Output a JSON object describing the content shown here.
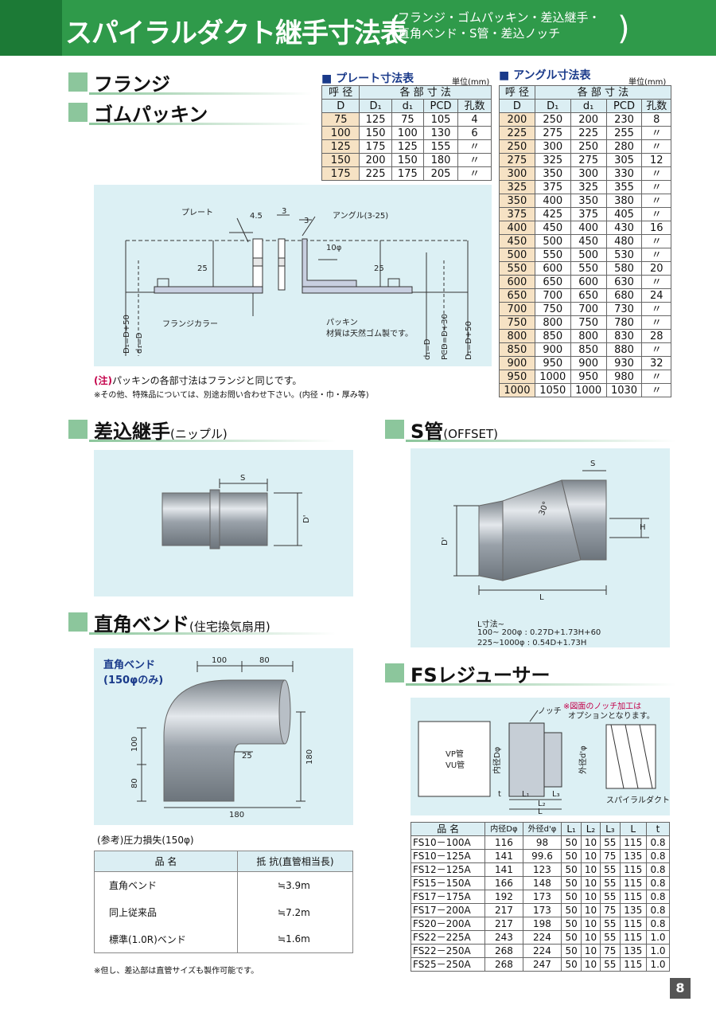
{
  "header": {
    "title": "スパイラルダクト継手寸法表",
    "sub_line1": "フランジ・ゴムパッキン・差込継手・",
    "sub_line2": "直角ベンド・S管・差込ノッチ"
  },
  "sections": {
    "flange": "フランジ",
    "gasket": "ゴムパッキン",
    "nipple": "差込継手",
    "nipple_sub": "(ニップル)",
    "offset": "S管",
    "offset_sub": "(OFFSET)",
    "bend": "直角ベンド",
    "bend_sub": "(住宅換気扇用)",
    "reducer": "FSレジューサー"
  },
  "plate_table": {
    "caption": "■ プレート寸法表",
    "unit": "単位(mm)",
    "header1": [
      "呼 径",
      "各 部 寸 法"
    ],
    "header2": [
      "D",
      "D₁",
      "d₁",
      "PCD",
      "孔数"
    ],
    "rows": [
      [
        "75",
        "125",
        "75",
        "105",
        "4"
      ],
      [
        "100",
        "150",
        "100",
        "130",
        "6"
      ],
      [
        "125",
        "175",
        "125",
        "155",
        "〃"
      ],
      [
        "150",
        "200",
        "150",
        "180",
        "〃"
      ],
      [
        "175",
        "225",
        "175",
        "205",
        "〃"
      ]
    ]
  },
  "angle_table": {
    "caption": "■ アングル寸法表",
    "unit": "単位(mm)",
    "header1": [
      "呼 径",
      "各 部 寸 法"
    ],
    "header2": [
      "D",
      "D₁",
      "d₁",
      "PCD",
      "孔数"
    ],
    "rows": [
      [
        "200",
        "250",
        "200",
        "230",
        "8"
      ],
      [
        "225",
        "275",
        "225",
        "255",
        "〃"
      ],
      [
        "250",
        "300",
        "250",
        "280",
        "〃"
      ],
      [
        "275",
        "325",
        "275",
        "305",
        "12"
      ],
      [
        "300",
        "350",
        "300",
        "330",
        "〃"
      ],
      [
        "325",
        "375",
        "325",
        "355",
        "〃"
      ],
      [
        "350",
        "400",
        "350",
        "380",
        "〃"
      ],
      [
        "375",
        "425",
        "375",
        "405",
        "〃"
      ],
      [
        "400",
        "450",
        "400",
        "430",
        "16"
      ],
      [
        "450",
        "500",
        "450",
        "480",
        "〃"
      ],
      [
        "500",
        "550",
        "500",
        "530",
        "〃"
      ],
      [
        "550",
        "600",
        "550",
        "580",
        "20"
      ],
      [
        "600",
        "650",
        "600",
        "630",
        "〃"
      ],
      [
        "650",
        "700",
        "650",
        "680",
        "24"
      ],
      [
        "700",
        "750",
        "700",
        "730",
        "〃"
      ],
      [
        "750",
        "800",
        "750",
        "780",
        "〃"
      ],
      [
        "800",
        "850",
        "800",
        "830",
        "28"
      ],
      [
        "850",
        "900",
        "850",
        "880",
        "〃"
      ],
      [
        "900",
        "950",
        "900",
        "930",
        "32"
      ],
      [
        "950",
        "1000",
        "950",
        "980",
        "〃"
      ],
      [
        "1000",
        "1050",
        "1000",
        "1030",
        "〃"
      ]
    ]
  },
  "flange_diagram": {
    "plate": "プレート",
    "dim_45": "4.5",
    "dim_3a": "3",
    "dim_3b": "3",
    "angle": "アングル(3-25)",
    "hole": "10φ",
    "dim_25l": "25",
    "dim_25r": "25",
    "collar": "フランジカラー",
    "gasket": "パッキン",
    "gasket_material": "材質は天然ゴム製です。",
    "d1_left": "D₁=D+50",
    "d_left": "d₁=D",
    "d_right1": "d₁=D",
    "d_right2": "PCD=D+30",
    "d_right3": "D₁=D+50",
    "note1_mark": "(注)",
    "note1": "パッキンの各部寸法はフランジと同じです。",
    "note2": "※その他、特殊品については、別途お問い合わせ下さい。(内径・巾・厚み等)"
  },
  "nipple_diagram": {
    "s": "S",
    "d": "D'"
  },
  "offset_diagram": {
    "s": "S",
    "angle": "30°",
    "h": "H",
    "d": "D'",
    "l": "L",
    "formula_title": "L寸法~",
    "formula1": "100~ 200φ : 0.27D+1.73H+60",
    "formula2": "225~1000φ : 0.54D+1.73H"
  },
  "bend_diagram": {
    "title1": "直角ベンド",
    "title2": "(150φのみ)",
    "dim_100top": "100",
    "dim_80top": "80",
    "dim_100left": "100",
    "dim_80left": "80",
    "dim_25": "25",
    "dim_180right": "180",
    "dim_180bottom": "180"
  },
  "pressure_loss": {
    "title": "(参考)圧力損失(150φ)",
    "header": [
      "品 名",
      "抵 抗(直管相当長)"
    ],
    "rows": [
      [
        "直角ベンド",
        "≒3.9m"
      ],
      [
        "同上従来品",
        "≒7.2m"
      ],
      [
        "標準(1.0R)ベンド",
        "≒1.6m"
      ]
    ],
    "note": "※但し、差込部は直管サイズも製作可能です。"
  },
  "reducer_diagram": {
    "notch": "ノッチ",
    "option_note1": "※図面のノッチ加工は",
    "option_note2": "オプションとなります。",
    "vp": "VP管",
    "vu": "VU管",
    "inner": "内径Dφ",
    "outer": "外径d'φ",
    "t": "t",
    "l1": "L₁",
    "l2": "L₂",
    "l3": "L₃",
    "l": "L",
    "spiral": "スパイラルダクト"
  },
  "reducer_table": {
    "header": [
      "品 名",
      "内径Dφ",
      "外径d'φ",
      "L₁",
      "L₂",
      "L₃",
      "L",
      "t"
    ],
    "rows": [
      [
        "FS10－100A",
        "116",
        "98",
        "50",
        "10",
        "55",
        "115",
        "0.8"
      ],
      [
        "FS10－125A",
        "141",
        "99.6",
        "50",
        "10",
        "75",
        "135",
        "0.8"
      ],
      [
        "FS12－125A",
        "141",
        "123",
        "50",
        "10",
        "55",
        "115",
        "0.8"
      ],
      [
        "FS15－150A",
        "166",
        "148",
        "50",
        "10",
        "55",
        "115",
        "0.8"
      ],
      [
        "FS17－175A",
        "192",
        "173",
        "50",
        "10",
        "55",
        "115",
        "0.8"
      ],
      [
        "FS17－200A",
        "217",
        "173",
        "50",
        "10",
        "75",
        "135",
        "0.8"
      ],
      [
        "FS20－200A",
        "217",
        "198",
        "50",
        "10",
        "55",
        "115",
        "0.8"
      ],
      [
        "FS22－225A",
        "243",
        "224",
        "50",
        "10",
        "55",
        "115",
        "1.0"
      ],
      [
        "FS22－250A",
        "268",
        "224",
        "50",
        "10",
        "75",
        "135",
        "1.0"
      ],
      [
        "FS25－250A",
        "268",
        "247",
        "50",
        "10",
        "55",
        "115",
        "1.0"
      ]
    ]
  },
  "page_number": "8",
  "colors": {
    "header": "#2f9a4a",
    "panel": "#dcf0f4",
    "table_head": "#dbeef3",
    "table_key": "#f6e2c4",
    "section_square": "#8cc69c"
  }
}
